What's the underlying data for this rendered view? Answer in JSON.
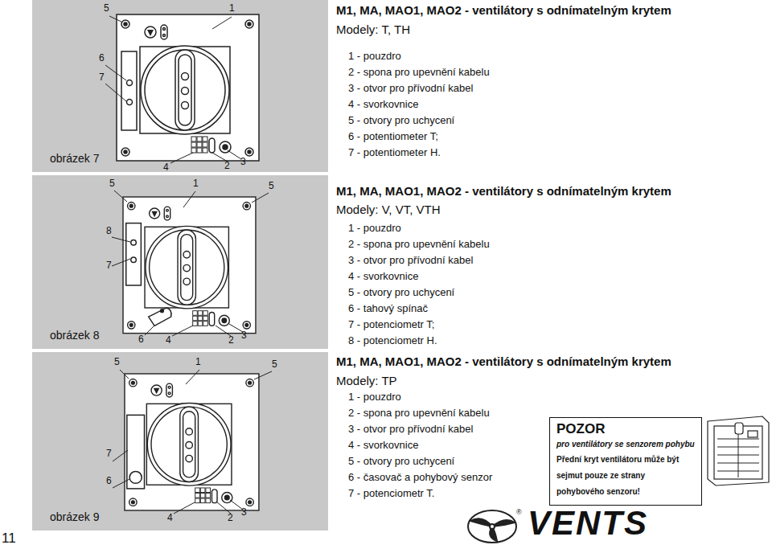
{
  "diagram": {
    "nodes": [
      {
        "text": [
          "obrázek 7"
        ]
      },
      {
        "text": [
          "obrázek 8"
        ]
      },
      {
        "text": [
          "obrázek 9"
        ]
      },
      {
        "text": [
          "POZOR",
          "pro ventilátory se senzorem pohybu",
          "Přední kryt ventilátoru může být sejmut pouze ze strany pohybového senzoru!"
        ]
      }
    ],
    "labels": [
      "5",
      "1",
      "6",
      "7",
      "4",
      "2",
      "3",
      "M1, MA, MAO1, MAO2 - ventilátory s odnímatelným krytem",
      "Modely: T, TH",
      "1 - pouzdro",
      "2 - spona pro upevnění kabelu",
      "3 - otvor pro přívodní kabel",
      "4 - svorkovnice",
      "5 - otvory pro uchycení",
      "6 - potentiometer T;",
      "7 - potentiometer H.",
      "5",
      "1",
      "5",
      "8",
      "7",
      "6",
      "4",
      "2",
      "3",
      "M1, MA, MAO1, MAO2 - ventilátory s odnímatelným krytem",
      "Modely: V, VT, VTH",
      "1 - pouzdro",
      "2 - spona pro upevnění kabelu",
      "3 - otvor pro přívodní kabel",
      "4 - svorkovnice",
      "5 - otvory pro uchycení",
      "6 - tahový spínač",
      "7 - potenciometr T;",
      "8 - potenciometr H.",
      "5",
      "1",
      "5",
      "7",
      "6",
      "4",
      "2",
      "3",
      "M1, MA, MAO1, MAO2 - ventilátory s odnímatelným krytem",
      "Modely: TP",
      "1 - pouzdro",
      "2 - spona pro upevnění kabelu",
      "3 - otvor pro přívodní kabel",
      "4 - svorkovnice",
      "5 - otvory pro uchycení",
      "6 - časovač a pohybový senzor",
      "7 - potenciometr T.",
      "11",
      "®",
      "VENTS"
    ]
  }
}
